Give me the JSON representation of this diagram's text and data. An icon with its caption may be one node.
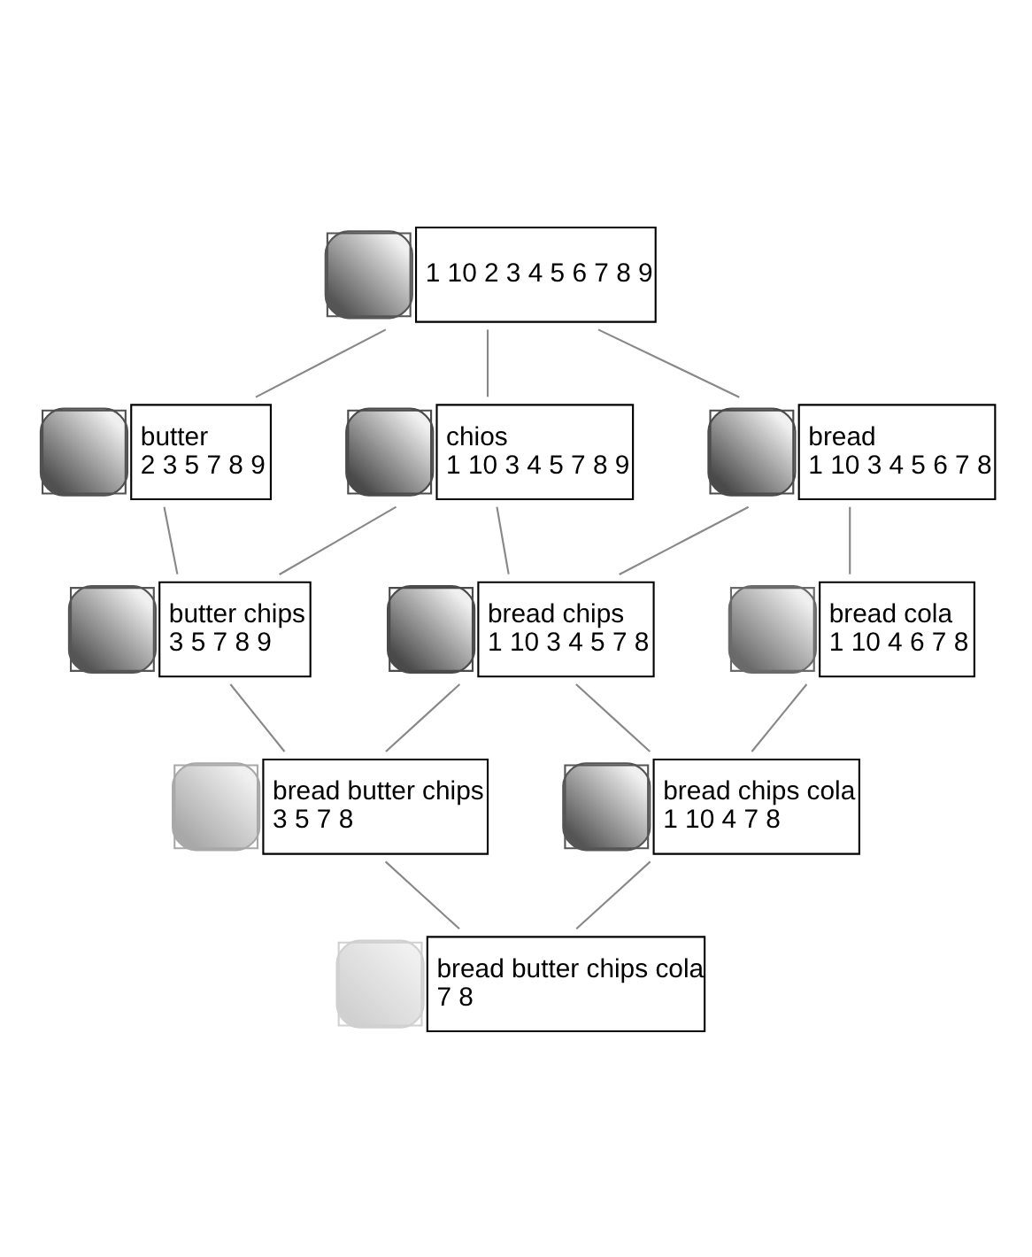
{
  "diagram": {
    "nodes": [
      {
        "text": [
          "1 10 2 3 4 5 6 7 8 9"
        ]
      },
      {
        "text": [
          "butter",
          "2 3 5 7 8 9"
        ]
      },
      {
        "text": [
          "chios",
          "1 10 3 4 5 7 8 9"
        ]
      },
      {
        "text": [
          "bread",
          "1 10 3 4 5 6 7 8"
        ]
      },
      {
        "text": [
          "butter chips",
          "3 5 7 8 9"
        ]
      },
      {
        "text": [
          "bread chips",
          "1 10 3 4 5 7 8"
        ]
      },
      {
        "text": [
          "bread cola",
          "1 10 4 6 7 8"
        ]
      },
      {
        "text": [
          "bread butter chips",
          "3 5 7 8"
        ]
      },
      {
        "text": [
          "bread chips cola",
          "1 10 4 7 8"
        ]
      },
      {
        "text": [
          "bread butter chips cola",
          "7 8"
        ]
      }
    ],
    "edges": [
      {
        "from": 0,
        "to": 1,
        "arrow": "none"
      },
      {
        "from": 0,
        "to": 2,
        "arrow": "none"
      },
      {
        "from": 0,
        "to": 3,
        "arrow": "none"
      },
      {
        "from": 1,
        "to": 4,
        "arrow": "none"
      },
      {
        "from": 2,
        "to": 4,
        "arrow": "none"
      },
      {
        "from": 2,
        "to": 5,
        "arrow": "none"
      },
      {
        "from": 3,
        "to": 5,
        "arrow": "none"
      },
      {
        "from": 3,
        "to": 6,
        "arrow": "none"
      },
      {
        "from": 4,
        "to": 7,
        "arrow": "none"
      },
      {
        "from": 5,
        "to": 7,
        "arrow": "none"
      },
      {
        "from": 5,
        "to": 8,
        "arrow": "none"
      },
      {
        "from": 6,
        "to": 8,
        "arrow": "none"
      },
      {
        "from": 7,
        "to": 9,
        "arrow": "none"
      },
      {
        "from": 8,
        "to": 9,
        "arrow": "none"
      }
    ]
  }
}
